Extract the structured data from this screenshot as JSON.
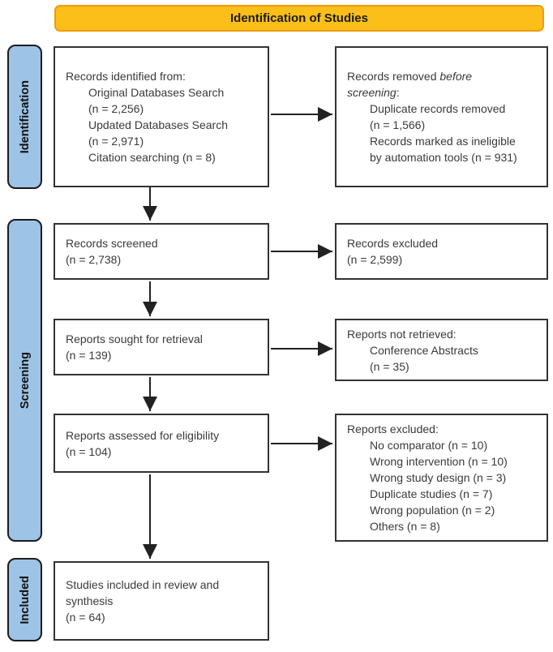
{
  "header": {
    "title": "Identification of Studies"
  },
  "colors": {
    "banner_fill": "#FCBE18",
    "banner_border": "#ED9C10",
    "stage_fill": "#9DC3E6",
    "box_border": "#333333",
    "arrow": "#222222"
  },
  "sidebar": {
    "identification_label": "Identification",
    "screening_label": "Screening",
    "included_label": "Included"
  },
  "flow": {
    "records_identified": {
      "lines": [
        {
          "text": "Records identified from:",
          "indent": 0
        },
        {
          "text": "Original Databases Search",
          "indent": 1
        },
        {
          "text": "(n = 2,256)",
          "indent": 1
        },
        {
          "text": "Updated Databases Search",
          "indent": 1
        },
        {
          "text": "(n = 2,971)",
          "indent": 1
        },
        {
          "text": "Citation searching (n = 8)",
          "indent": 1
        }
      ]
    },
    "records_removed": {
      "lines": [
        {
          "segments": [
            {
              "text": "Records removed ",
              "italic": false
            },
            {
              "text": "before",
              "italic": true
            }
          ],
          "indent": 0
        },
        {
          "segments": [
            {
              "text": "screening",
              "italic": true
            },
            {
              "text": ":",
              "italic": false
            }
          ],
          "indent": 0
        },
        {
          "text": "Duplicate records removed",
          "indent": 1
        },
        {
          "text": "(n = 1,566)",
          "indent": 1
        },
        {
          "text": "Records marked as ineligible",
          "indent": 1
        },
        {
          "text": "by automation tools (n = 931)",
          "indent": 1
        }
      ]
    },
    "records_screened": {
      "lines": [
        {
          "text": "Records screened",
          "indent": 0
        },
        {
          "text": "(n = 2,738)",
          "indent": 0
        }
      ]
    },
    "records_excluded": {
      "lines": [
        {
          "text": "Records excluded",
          "indent": 0
        },
        {
          "text": "(n = 2,599)",
          "indent": 0
        }
      ]
    },
    "reports_sought": {
      "lines": [
        {
          "text": "Reports sought for retrieval",
          "indent": 0
        },
        {
          "text": "(n = 139)",
          "indent": 0
        }
      ]
    },
    "reports_not_retrieved": {
      "lines": [
        {
          "text": "Reports not retrieved:",
          "indent": 0
        },
        {
          "text": "Conference Abstracts",
          "indent": 1
        },
        {
          "text": "(n = 35)",
          "indent": 1
        }
      ]
    },
    "reports_assessed": {
      "lines": [
        {
          "text": "Reports assessed for eligibility",
          "indent": 0
        },
        {
          "text": "(n = 104)",
          "indent": 0
        }
      ]
    },
    "reports_excluded": {
      "lines": [
        {
          "text": "Reports excluded:",
          "indent": 0
        },
        {
          "text": "No comparator (n = 10)",
          "indent": 1
        },
        {
          "text": "Wrong intervention (n = 10)",
          "indent": 1
        },
        {
          "text": "Wrong study design (n = 3)",
          "indent": 1
        },
        {
          "text": "Duplicate studies (n = 7)",
          "indent": 1
        },
        {
          "text": "Wrong population (n = 2)",
          "indent": 1
        },
        {
          "text": "Others (n = 8)",
          "indent": 1
        }
      ]
    },
    "studies_included": {
      "lines": [
        {
          "text": "Studies included in review and",
          "indent": 0
        },
        {
          "text": "synthesis",
          "indent": 0
        },
        {
          "text": "(n = 64)",
          "indent": 0
        }
      ]
    }
  }
}
